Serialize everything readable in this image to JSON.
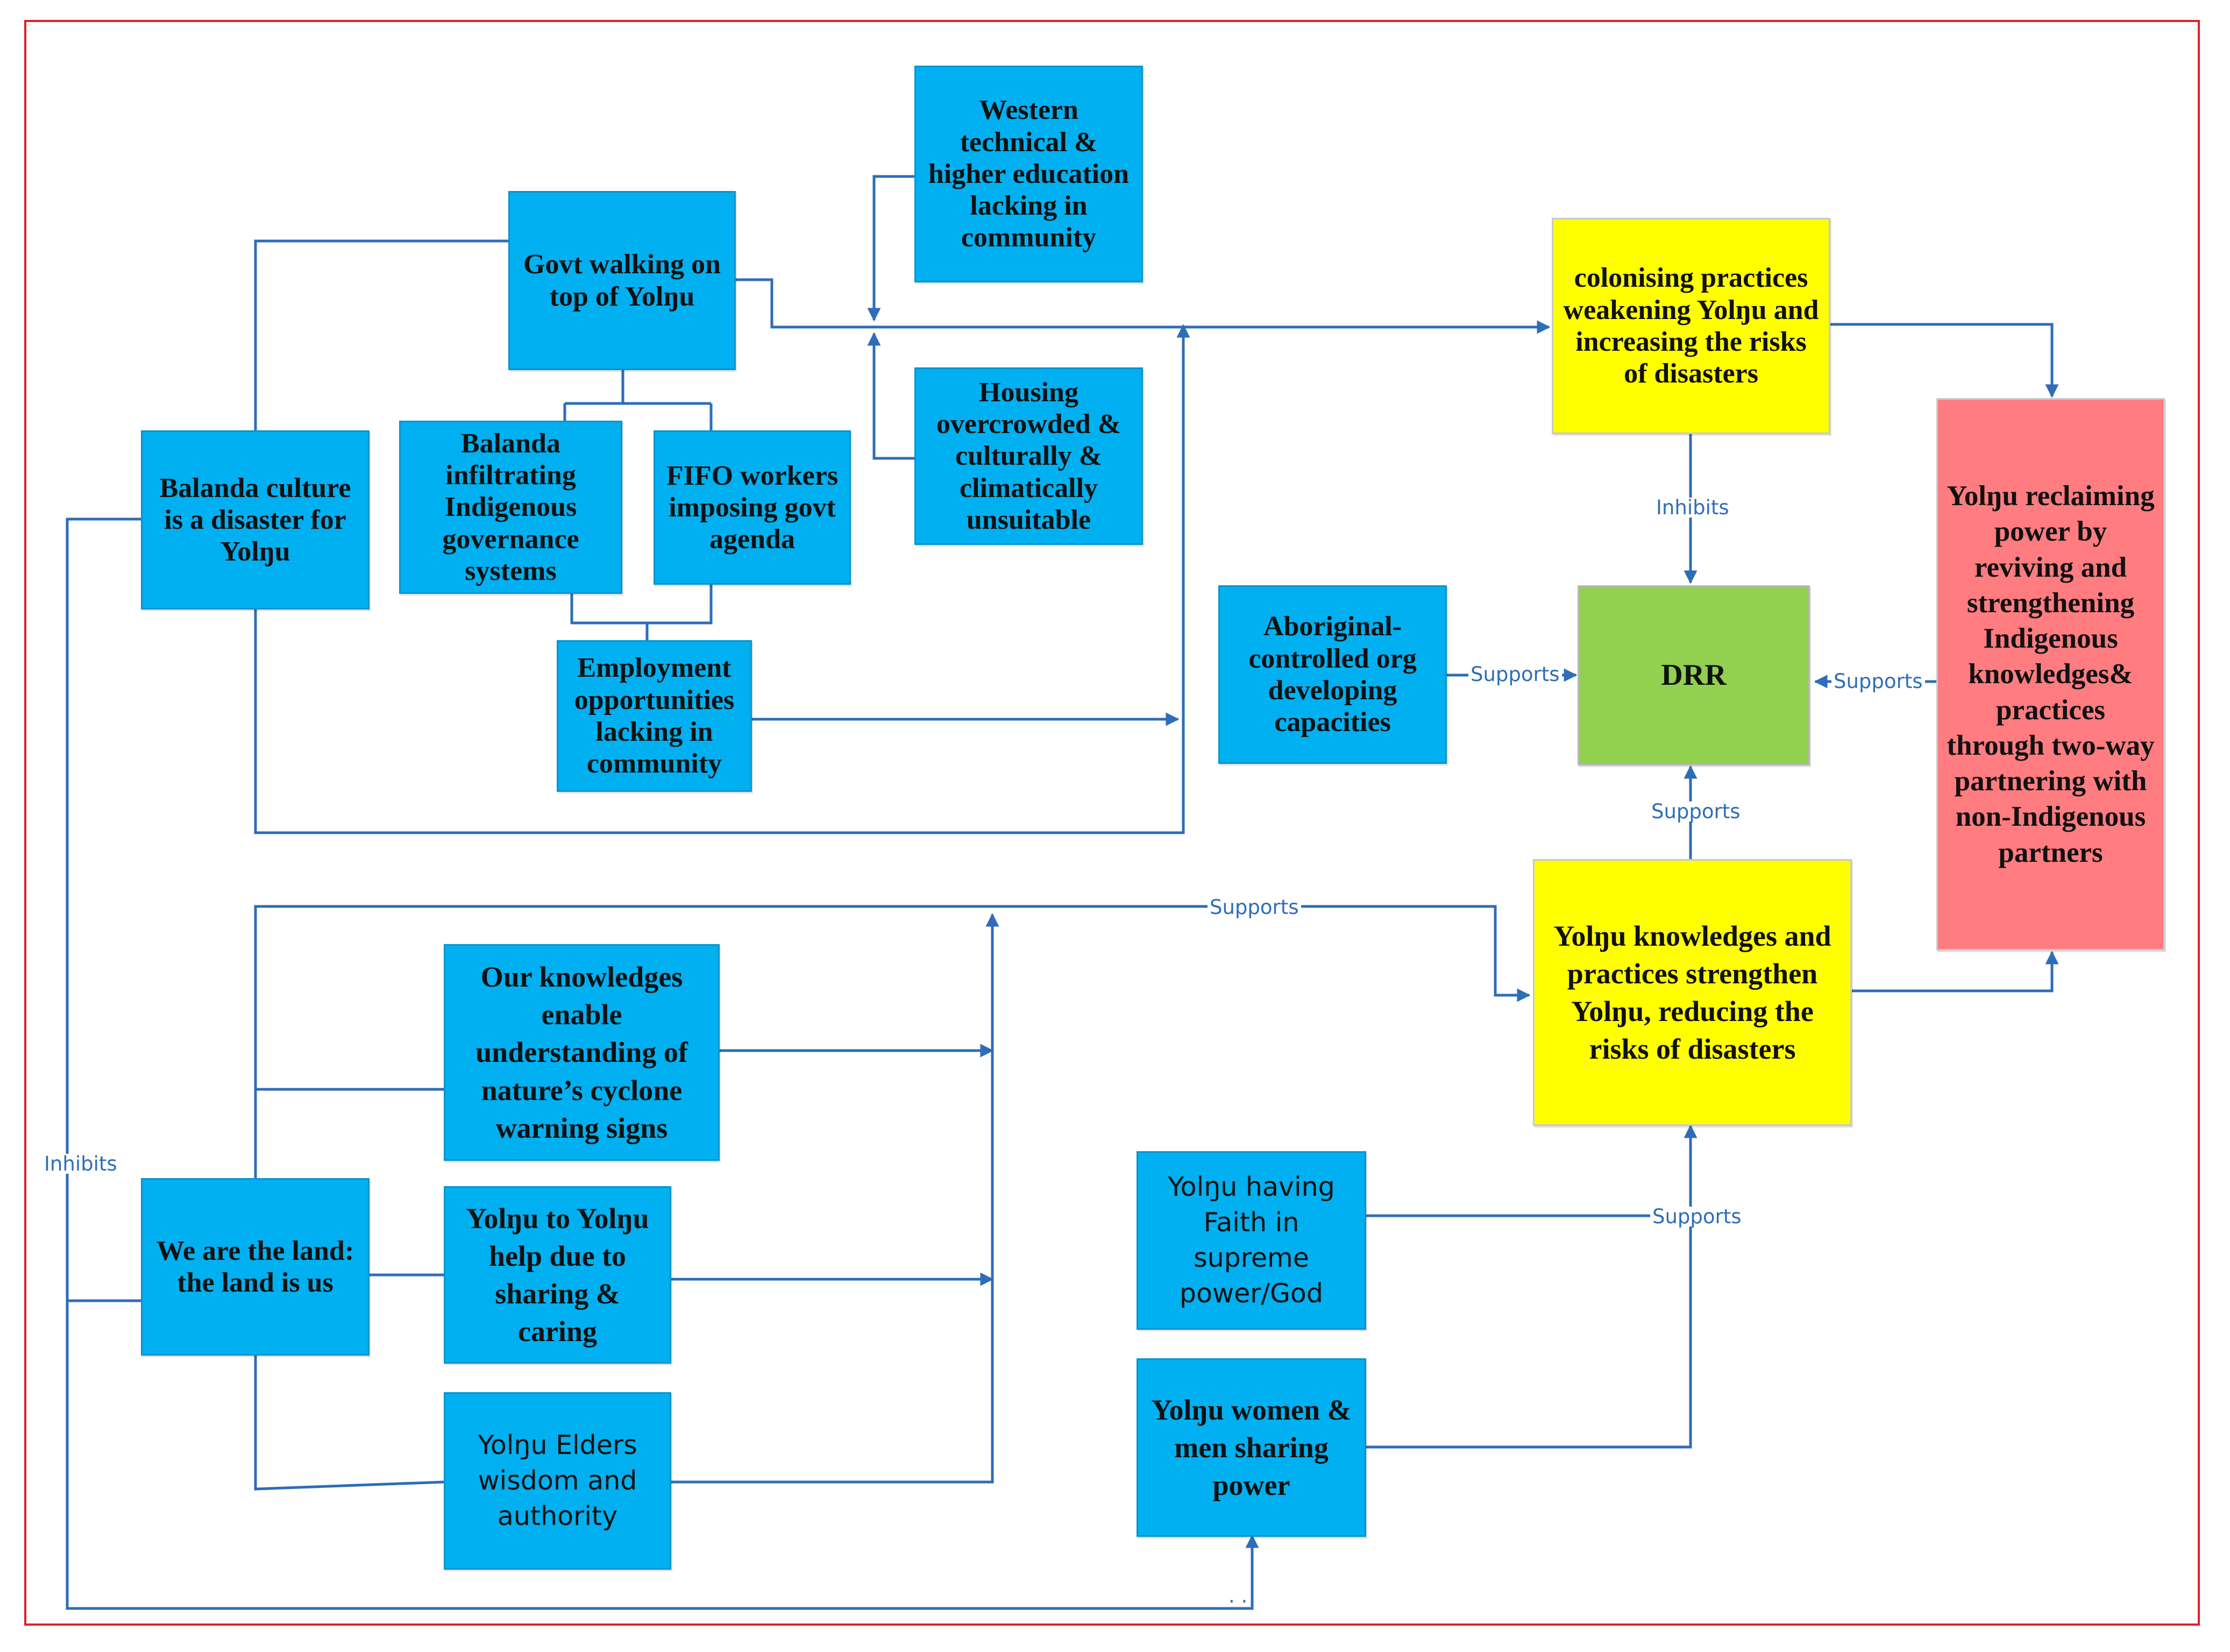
{
  "colors": {
    "frame": "#e0202a",
    "connector": "#2e6db8",
    "blue_box": "#00b0f0",
    "yellow_box": "#ffff00",
    "red_box": "#ff7c80",
    "green_box": "#92d050"
  },
  "nodes": {
    "western_education": "Western technical & higher education lacking in community",
    "govt_walking": "Govt walking on top of Yolŋu",
    "housing": "Housing overcrowded & culturally & climatically unsuitable",
    "balanda_infiltrating": "Balanda infiltrating Indigenous governance systems",
    "fifo_workers": "FIFO workers imposing govt agenda",
    "balanda_culture": "Balanda culture is a disaster for Yolŋu",
    "employment": "Employment opportunities lacking in community",
    "colonising": "colonising practices weakening Yolŋu and increasing the risks of disasters",
    "reclaiming": "Yolŋu reclaiming power by reviving and strengthening Indigenous knowledges& practices through two-way partnering with non-Indigenous partners",
    "aboriginal_org": "Aboriginal-controlled org developing capacities",
    "drr": "DRR",
    "our_knowledges": "Our knowledges enable understanding of nature’s cyclone warning signs",
    "yolngu_knowledges": "Yolŋu knowledges and practices strengthen Yolŋu, reducing the risks of disasters",
    "land_is_us": "We are the land: the land is us",
    "help_sharing": "Yolŋu to Yolŋu help due to sharing & caring",
    "faith": "Yolŋu having Faith in supreme power/God",
    "elders": "Yolŋu Elders wisdom and authority",
    "women_men": "Yolŋu women & men sharing power"
  },
  "labels": {
    "inhibits_top": "Inhibits",
    "supports_aboriginal": "Supports",
    "supports_reclaiming": "Supports",
    "supports_knowledges_drr": "Supports",
    "supports_upper": "Supports",
    "supports_faith": "Supports",
    "inhibits_left": "Inhibits",
    "dots": ". ."
  }
}
